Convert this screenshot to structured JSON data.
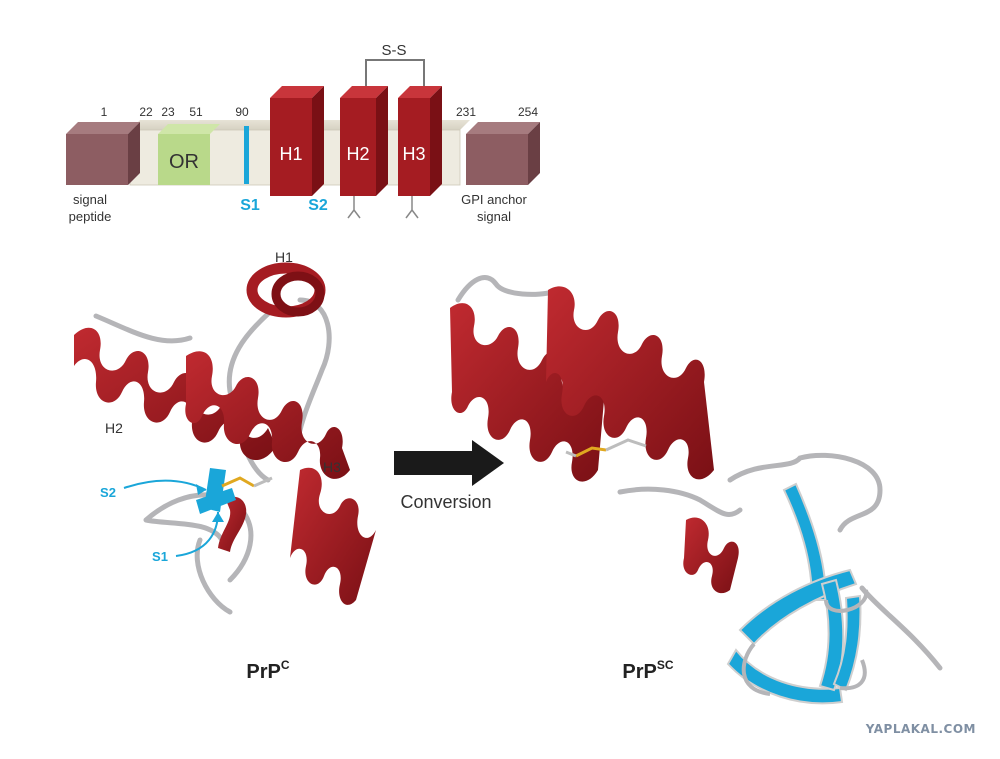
{
  "domain": {
    "residue_numbers": [
      "1",
      "22",
      "23",
      "51",
      "90",
      "231",
      "254"
    ],
    "disulfide_label": "S-S",
    "octarepeat": "OR",
    "helices": [
      "H1",
      "H2",
      "H3"
    ],
    "strands": [
      "S1",
      "S2"
    ],
    "signal_label_line1": "signal",
    "signal_label_line2": "peptide",
    "gpi_label_line1": "GPI anchor",
    "gpi_label_line2": "signal"
  },
  "structure_labels": {
    "h1": "H1",
    "h2": "H2",
    "h3": "H3",
    "s1": "S1",
    "s2": "S2"
  },
  "conversion": "Conversion",
  "prpc": {
    "base": "PrP",
    "sup": "C"
  },
  "prpsc": {
    "base": "PrP",
    "sup": "SC"
  },
  "watermark": "YAPLAKAL.COM",
  "colors": {
    "helix": "#a51c22",
    "strand_blue": "#1aa6d9",
    "octarepeat": "#b9d98a",
    "signal": "#8d5d62",
    "arrow": "#1a1a1a"
  }
}
